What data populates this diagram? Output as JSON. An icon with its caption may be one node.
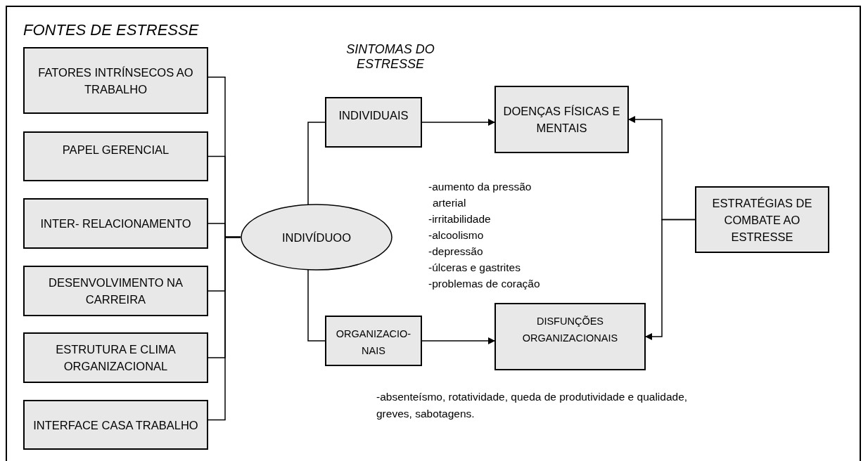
{
  "diagram": {
    "nodes": [
      {
        "text": [
          "FATORES INTRÍNSECOS AO TRABALHO"
        ]
      },
      {
        "text": [
          "PAPEL GERENCIAL"
        ]
      },
      {
        "text": [
          "INTER- RELACIONAMENTO"
        ]
      },
      {
        "text": [
          "DESENVOLVIMENTO NA CARREIRA"
        ]
      },
      {
        "text": [
          "ESTRUTURA E CLIMA ORGANIZACIONAL"
        ]
      },
      {
        "text": [
          "INTERFACE CASA TRABALHO"
        ]
      },
      {
        "text": [
          "INDIVÍDUOO"
        ]
      },
      {
        "text": [
          "INDIVIDUAIS"
        ]
      },
      {
        "text": [
          "DOENÇAS FÍSICAS E MENTAIS"
        ]
      },
      {
        "text": [
          "ORGANIZACIO- NAIS"
        ]
      },
      {
        "text": [
          "DISFUNÇÕES ORGANIZACIONAIS"
        ]
      },
      {
        "text": [
          "ESTRATÉGIAS DE COMBATE AO ESTRESSE"
        ]
      }
    ],
    "edges": [
      {
        "from": 0,
        "to": 6,
        "arrow": "none"
      },
      {
        "from": 1,
        "to": 6,
        "arrow": "none"
      },
      {
        "from": 2,
        "to": 6,
        "arrow": "none"
      },
      {
        "from": 3,
        "to": 6,
        "arrow": "none"
      },
      {
        "from": 4,
        "to": 6,
        "arrow": "none"
      },
      {
        "from": 5,
        "to": 6,
        "arrow": "none"
      },
      {
        "from": 6,
        "to": 7,
        "arrow": "none"
      },
      {
        "from": 6,
        "to": 9,
        "arrow": "none"
      },
      {
        "from": 7,
        "to": 8,
        "arrow": "to"
      },
      {
        "from": 9,
        "to": 10,
        "arrow": "to"
      },
      {
        "from": 11,
        "to": 8,
        "arrow": "to"
      },
      {
        "from": 11,
        "to": 10,
        "arrow": "to"
      }
    ],
    "labels": [
      "FONTES DE ESTRESSE",
      "SINTOMAS DO ESTRESSE",
      "-aumento da pressão arterial",
      "-irritabilidade",
      "-alcoolismo",
      "-depressão",
      "-úlceras e gastrites",
      "-problemas de coração",
      "-absenteísmo, rotatividade, queda de produtividade e qualidade, greves, sabotagens."
    ]
  }
}
